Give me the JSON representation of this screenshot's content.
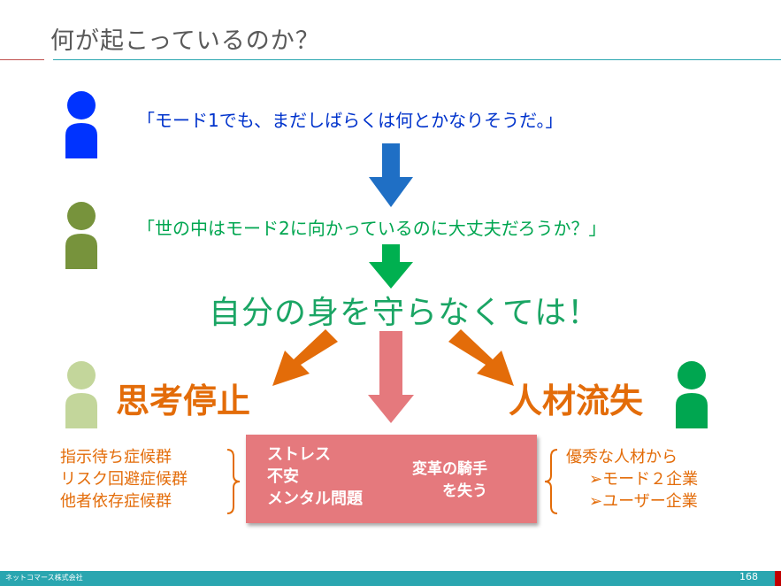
{
  "title": "何が起こっているのか？",
  "quote1": "「モード1でも、まだしばらくは何とかなりそうだ。」",
  "quote2": "「世の中はモード2に向かっているのに大丈夫だろうか？」",
  "headline": "自分の身を守らなくては！",
  "left_outcome": "思考停止",
  "right_outcome": "人材流失",
  "left_symptoms": [
    "指示待ち症候群",
    "リスク回避症候群",
    "他者依存症候群"
  ],
  "center_box": {
    "left_items": [
      "ストレス",
      "不安",
      "メンタル問題"
    ],
    "right_lines": [
      "変革の騎手",
      "を失う"
    ]
  },
  "right_list": {
    "heading": "優秀な人材から",
    "items": [
      "➢モード２企業",
      "➢ユーザー企業"
    ]
  },
  "footer": {
    "company": "ネットコマース株式会社",
    "page": "168"
  },
  "colors": {
    "blue": "#0033ff",
    "olive": "#77933c",
    "light_green": "#c3d69b",
    "green": "#00a650",
    "orange": "#e36c09",
    "pink": "#e5797d",
    "teal": "#2aa6b0"
  },
  "icons": [
    "person-icon-blue",
    "person-icon-olive",
    "person-icon-light-green",
    "person-icon-green",
    "arrow-down-icon",
    "arrow-diagonal-icon",
    "brace-icon"
  ]
}
